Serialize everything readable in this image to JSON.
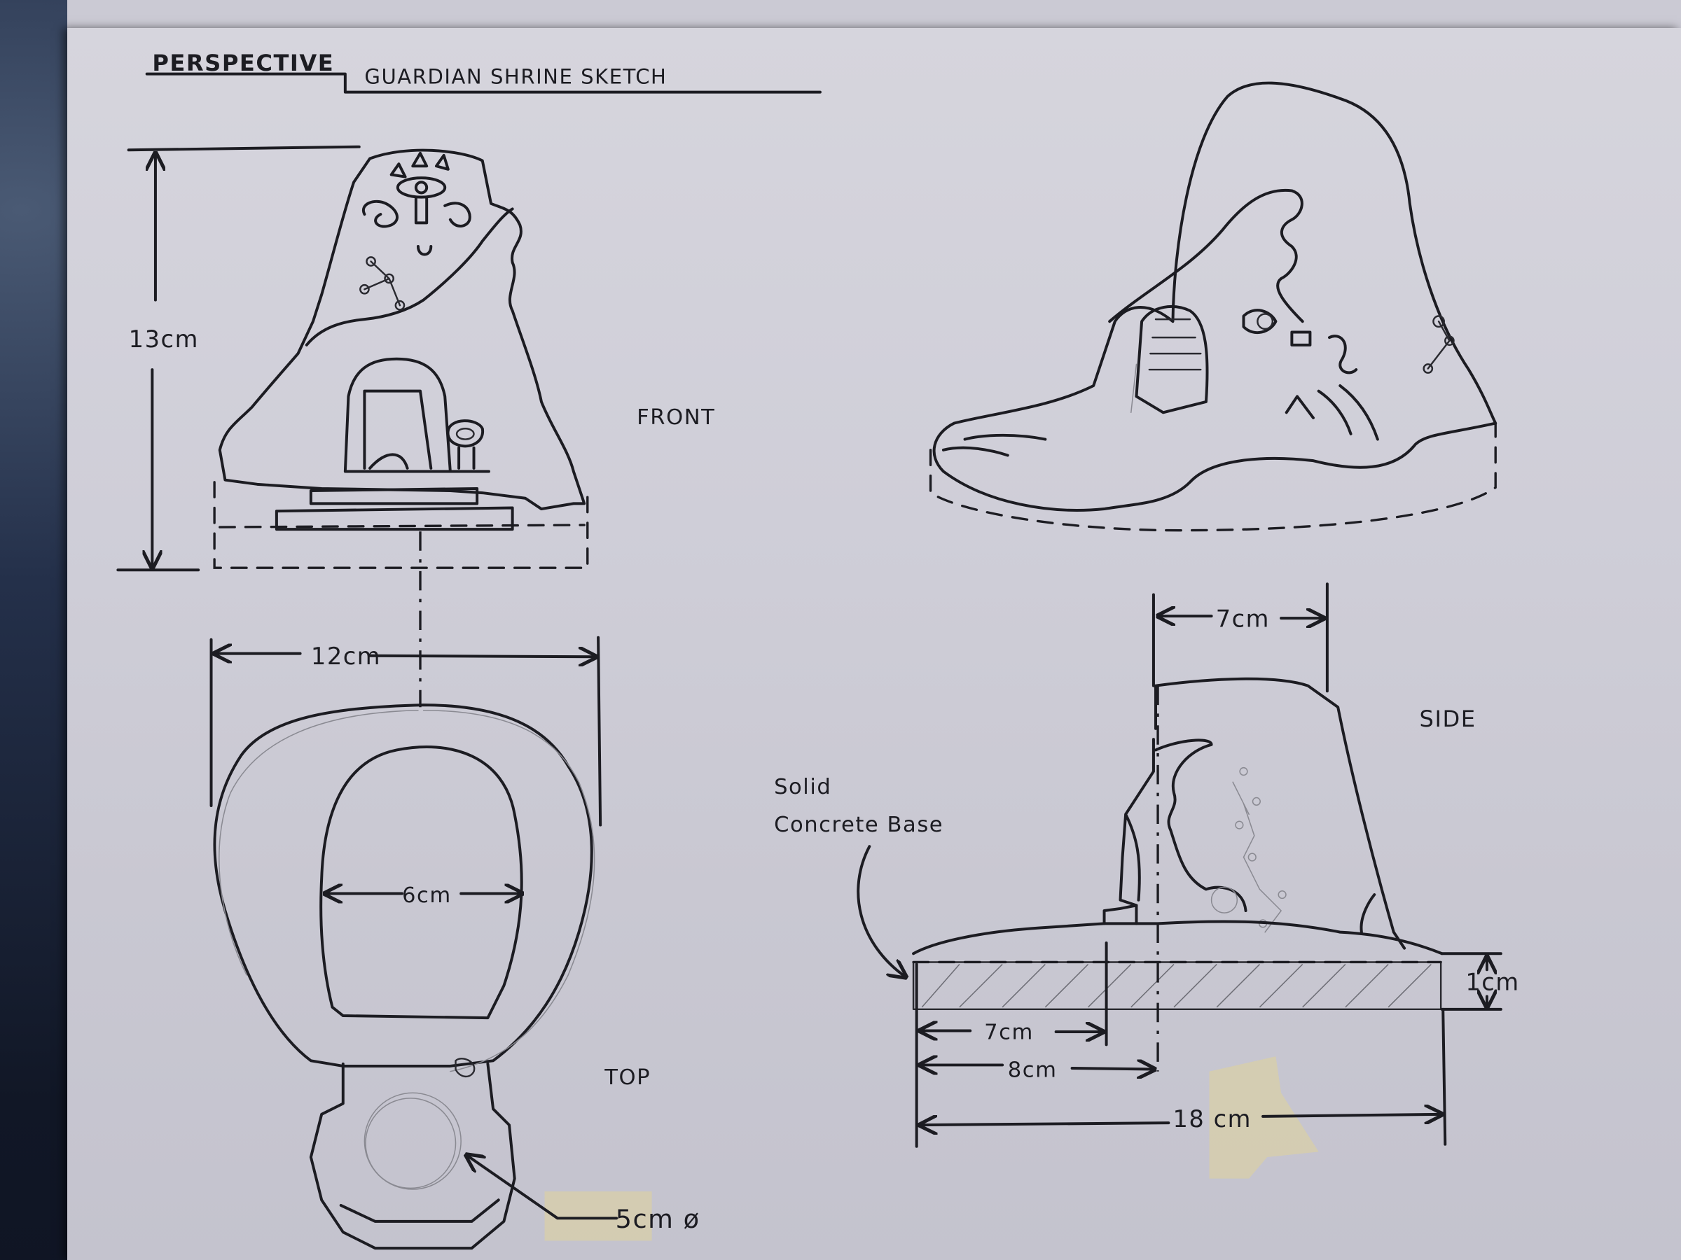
{
  "title": {
    "part1": "PERSPECTIVE",
    "part2": "GUARDIAN SHRINE SKETCH"
  },
  "views": {
    "front": {
      "label": "FRONT",
      "height_dim": "13cm"
    },
    "top": {
      "label": "TOP",
      "width_dim": "12cm",
      "inner_dim": "6cm",
      "pedestal_dim": "5cm ø"
    },
    "side": {
      "label": "SIDE",
      "top_width_dim": "7cm",
      "base_callout_line1": "Solid",
      "base_callout_line2": "Concrete Base",
      "base_height_dim": "1cm",
      "dim_7cm": "7cm",
      "dim_8cm": "8cm",
      "dim_18cm": "18 cm"
    },
    "perspective": {
      "label": ""
    }
  },
  "colors": {
    "ink": "#1c1c22",
    "paper": "#d2d1da",
    "tape": "#d8cfa8",
    "background": "#111726"
  }
}
